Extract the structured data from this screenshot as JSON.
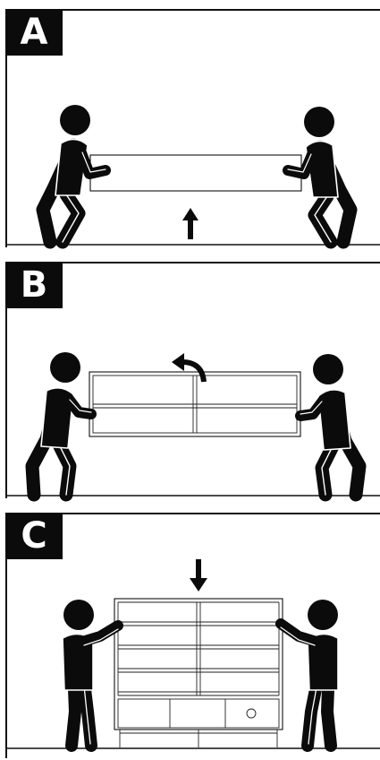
{
  "panels": [
    {
      "label": "A"
    },
    {
      "label": "B"
    },
    {
      "label": "C"
    }
  ],
  "icons": {
    "panel_a_arrow": "arrow-up-icon",
    "panel_b_arrow": "rotate-arrow-icon",
    "panel_c_arrow": "arrow-down-icon"
  },
  "colors": {
    "ink": "#0b0b0b",
    "paper": "#ffffff"
  }
}
